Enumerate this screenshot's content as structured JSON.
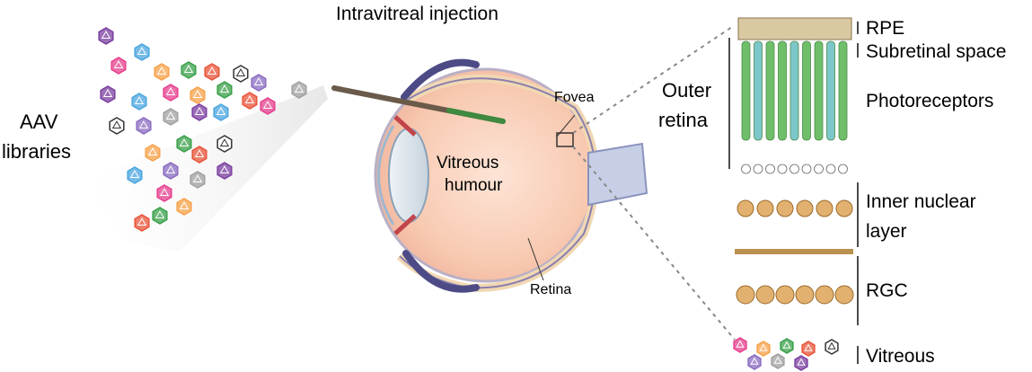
{
  "labels": {
    "aav_line1": "AAV",
    "aav_line2": "libraries",
    "injection": "Intravitreal injection",
    "vitreous_line1": "Vitreous",
    "vitreous_line2": "humour",
    "fovea": "Fovea",
    "retina": "Retina",
    "outer_line1": "Outer",
    "outer_line2": "retina",
    "rpe": "RPE",
    "subretinal": "Subretinal space",
    "photoreceptors": "Photoreceptors",
    "inl_line1": "Inner nuclear",
    "inl_line2": "layer",
    "rgc": "RGC",
    "vitreous_layer": "Vitreous"
  },
  "icons": {
    "capsid": "icosahedral-capsid-icon",
    "eye": "eye-cross-section-icon",
    "needle": "injection-needle-icon",
    "retina_layers": "retina-layers-icon"
  },
  "colors": {
    "capsid_palette": [
      "#7b3fa0",
      "#4aa6e0",
      "#e63f8e",
      "#f7a24a",
      "#3aa04a",
      "#e8543a",
      "#333333",
      "#8a6cc0",
      "#a0a0a0"
    ],
    "eye_fill": "#f6c6ad",
    "sclera": "#f3dfbf",
    "photoreceptor_green": "#6fbf6a",
    "photoreceptor_blue": "#7cc7c9",
    "neuron_tan": "#e2b170"
  }
}
